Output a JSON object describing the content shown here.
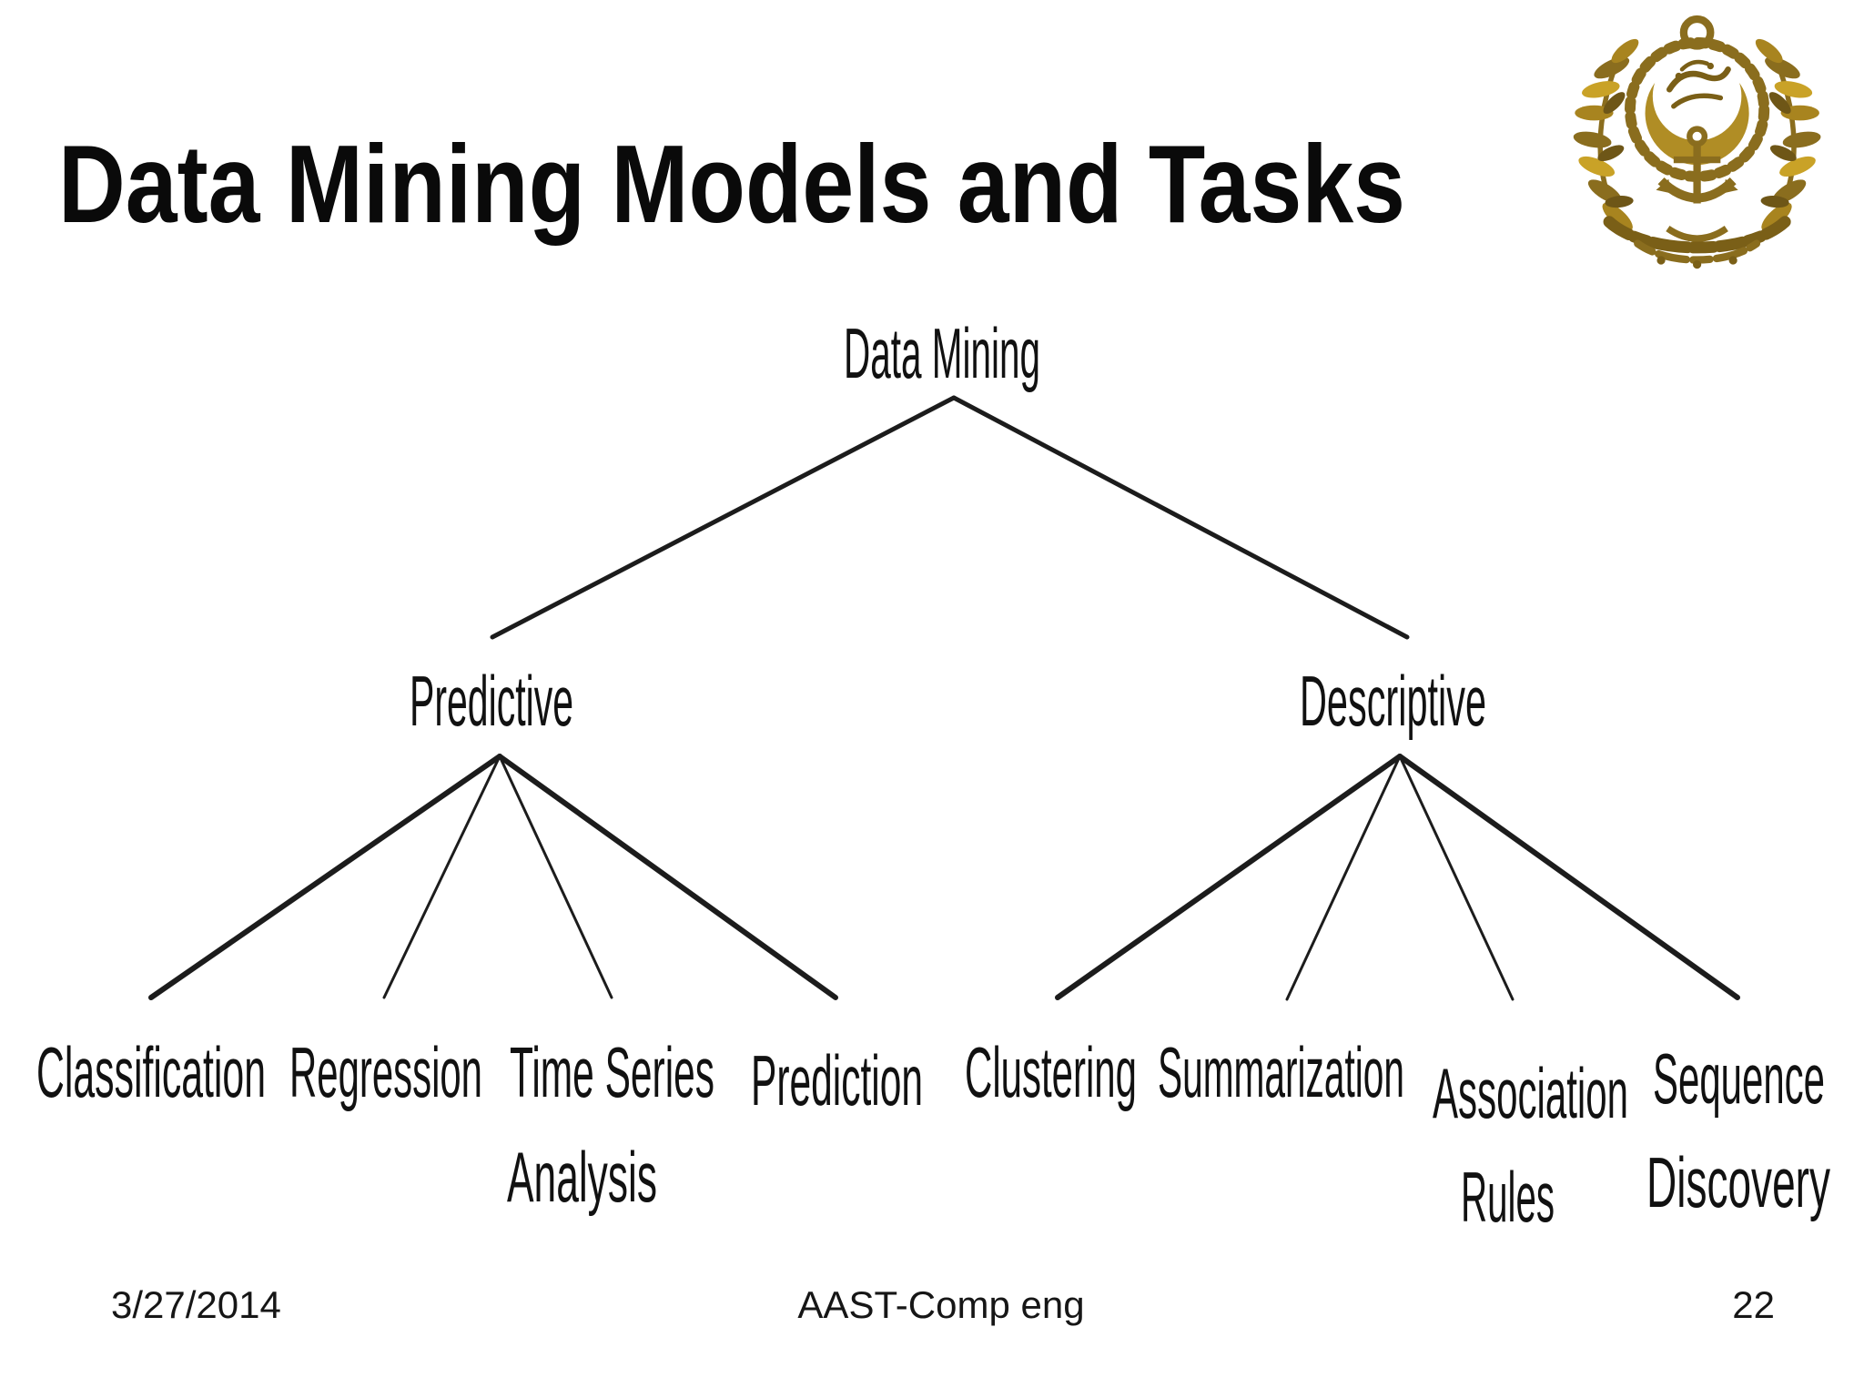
{
  "title": "Data Mining Models and Tasks",
  "logo": {
    "icon": "aast-university-emblem",
    "primary_color": "#8a6d1e",
    "accent_color": "#c9a227",
    "crescent_color": "#b08d25",
    "script_color": "#7a5f17"
  },
  "tree": {
    "root": "Data Mining",
    "branches": {
      "predictive": "Predictive",
      "descriptive": "Descriptive"
    },
    "leaves": {
      "classification": "Classification",
      "regression": "Regression",
      "time_series_line1": "Time Series",
      "time_series_line2": "Analysis",
      "prediction": "Prediction",
      "clustering": "Clustering",
      "summarization": "Summarization",
      "association_line1": "Association",
      "association_line2": "Rules",
      "sequence_line1": "Sequence",
      "sequence_line2": "Discovery"
    },
    "structure": {
      "Data Mining": {
        "Predictive": [
          "Classification",
          "Regression",
          "Time Series Analysis",
          "Prediction"
        ],
        "Descriptive": [
          "Clustering",
          "Summarization",
          "Association Rules",
          "Sequence Discovery"
        ]
      }
    }
  },
  "footer": {
    "date": "3/27/2014",
    "center_text": "AAST-Comp eng",
    "page_number": "22"
  },
  "colors": {
    "background": "#ffffff",
    "text": "#111111",
    "line": "#1c1c1c"
  }
}
